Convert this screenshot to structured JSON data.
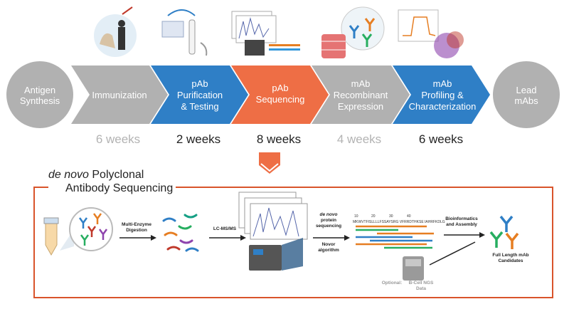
{
  "colors": {
    "gray_step": "#b1b1b1",
    "blue_step": "#2f7fc6",
    "orange_step": "#ee6e45",
    "frame": "#d9542b",
    "weeks_gray": "#b3b3b3"
  },
  "pipeline": {
    "start": {
      "line1": "Antigen",
      "line2": "Synthesis"
    },
    "steps": [
      {
        "lines": [
          "Immunization"
        ],
        "color": "gray",
        "weeks": "6 weeks"
      },
      {
        "lines": [
          "pAb",
          "Purification",
          "& Testing"
        ],
        "color": "blue",
        "weeks": "2 weeks"
      },
      {
        "lines": [
          "pAb",
          "Sequencing"
        ],
        "color": "orange",
        "weeks": "8 weeks"
      },
      {
        "lines": [
          "mAb",
          "Recombinant",
          "Expression"
        ],
        "color": "gray",
        "weeks": "4 weeks"
      },
      {
        "lines": [
          "mAb",
          "Profiling &",
          "Characterization"
        ],
        "color": "blue",
        "weeks": "6 weeks"
      }
    ],
    "end": {
      "line1": "Lead",
      "line2": "mAbs"
    }
  },
  "denovo": {
    "title_italic": "de novo",
    "title_rest": " Polyclonal",
    "title_line2": "Antibody Sequencing",
    "labels": {
      "digestion": "Multi-Enzyme Digestion",
      "lcms": "LC-MS/MS",
      "protein_seq_italic": "de novo",
      "protein_seq_rest": "protein sequencing",
      "novor": "Novor algorithm",
      "bioinfo": "Bioinformatics and Assembly",
      "full_length": "Full Length mAb Candidates",
      "optional": "Optional:",
      "bcell": "B-Cell NGS Data"
    },
    "seq_ticks": [
      "10",
      "20",
      "30",
      "40"
    ],
    "sequence": "MKWVTFISLLLLFSSAYSRG VFRRDTHKSE IAHRFKDLG"
  }
}
